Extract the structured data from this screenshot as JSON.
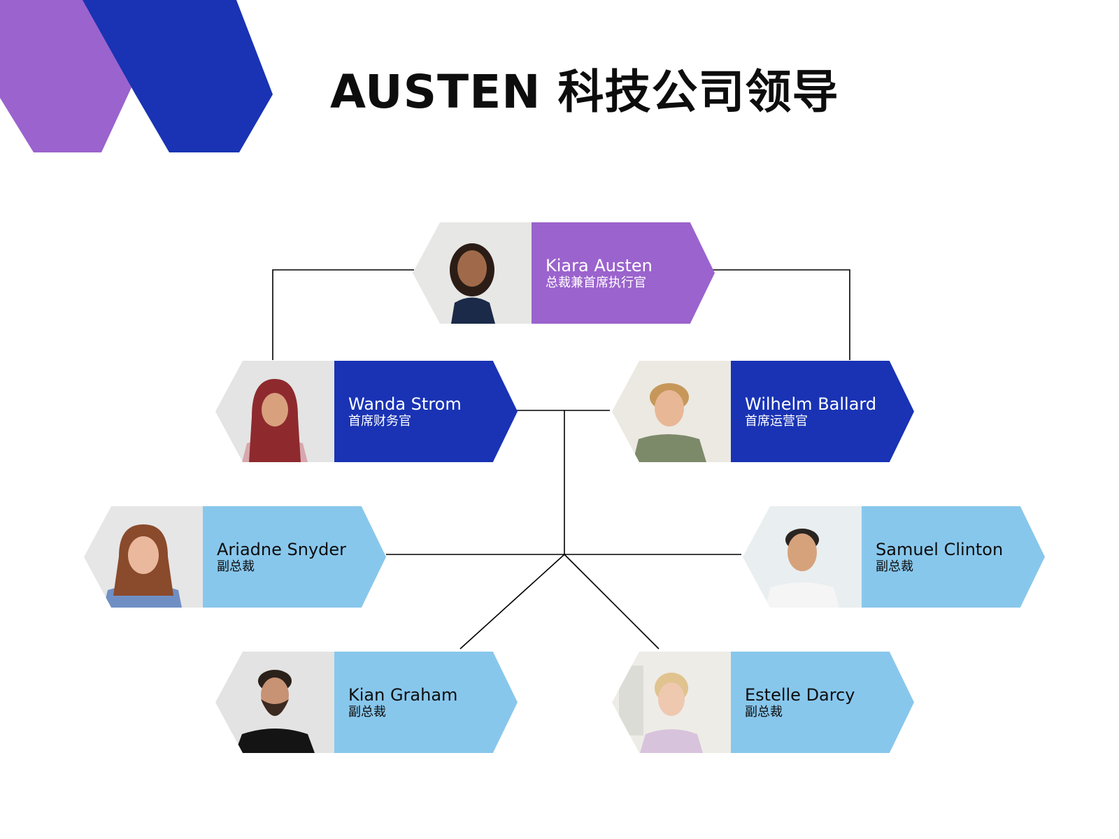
{
  "title": "AUSTEN 科技公司领导",
  "colors": {
    "purple": "#9b63cd",
    "blue": "#1933b4",
    "light_blue": "#88c7ec",
    "connector": "#000000"
  },
  "org": {
    "ceo": {
      "name": "Kiara Austen",
      "role": "总裁兼首席执行官"
    },
    "cfo": {
      "name": "Wanda Strom",
      "role": "首席财务官"
    },
    "coo": {
      "name": "Wilhelm Ballard",
      "role": "首席运营官"
    },
    "vp_1": {
      "name": "Ariadne Snyder",
      "role": "副总裁"
    },
    "vp_2": {
      "name": "Samuel Clinton",
      "role": "副总裁"
    },
    "vp_3": {
      "name": "Kian Graham",
      "role": "副总裁"
    },
    "vp_4": {
      "name": "Estelle Darcy",
      "role": "副总裁"
    }
  }
}
